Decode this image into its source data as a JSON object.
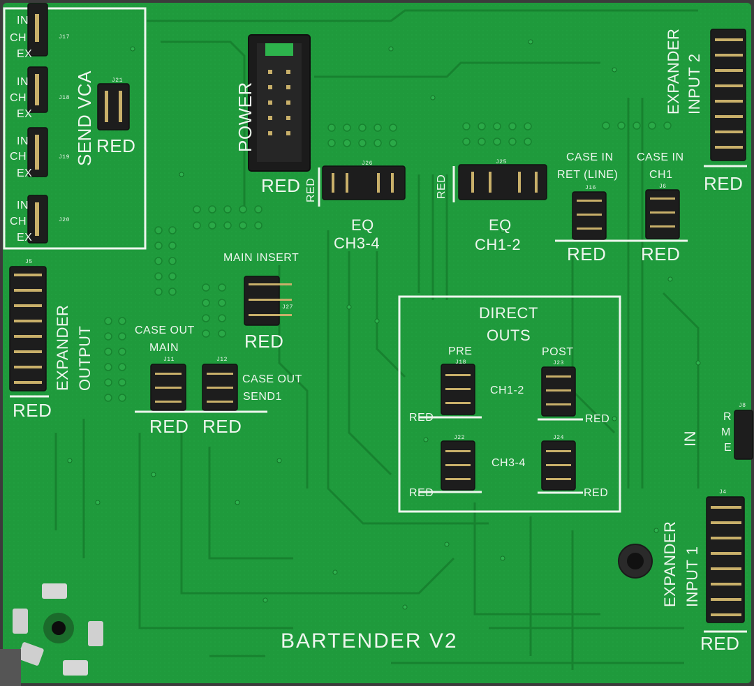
{
  "board": {
    "title": "BARTENDER V2",
    "colors": {
      "pcb": "#1f9a3c",
      "pcb_dark": "#168030",
      "silk": "#eef6ee",
      "header": "#1d1d1d",
      "pin": "#c9b06a"
    }
  },
  "labels": {
    "send_vca": "SEND VCA",
    "power": "POWER",
    "expander_input_2": "EXPANDER INPUT 2",
    "expander_input_1": "EXPANDER INPUT 1",
    "expander_output": "EXPANDER OUTPUT",
    "eq_ch34": [
      "EQ",
      "CH3-4"
    ],
    "eq_ch12": [
      "EQ",
      "CH1-2"
    ],
    "case_in_ret": [
      "CASE IN",
      "RET (LINE)"
    ],
    "case_in_ch1": [
      "CASE IN",
      "CH1"
    ],
    "main_insert": "MAIN INSERT",
    "case_out_main": [
      "CASE OUT",
      "MAIN"
    ],
    "case_out_send1": [
      "CASE OUT",
      "SEND1"
    ],
    "direct_outs": [
      "DIRECT",
      "OUTS"
    ],
    "pre": "PRE",
    "post": "POST",
    "ch12": "CH1-2",
    "ch34": "CH3-4",
    "in": "IN",
    "red": "RED",
    "vca_rows": [
      "IN",
      "CH",
      "EX"
    ],
    "in_header_rows": [
      "R",
      "M",
      "E"
    ]
  },
  "refs": [
    "J17",
    "J18",
    "J19",
    "J20",
    "J21",
    "J5",
    "J26",
    "J25",
    "J16",
    "J6",
    "J27",
    "J11",
    "J12",
    "J18",
    "J23",
    "J22",
    "J24",
    "J8",
    "J4"
  ]
}
